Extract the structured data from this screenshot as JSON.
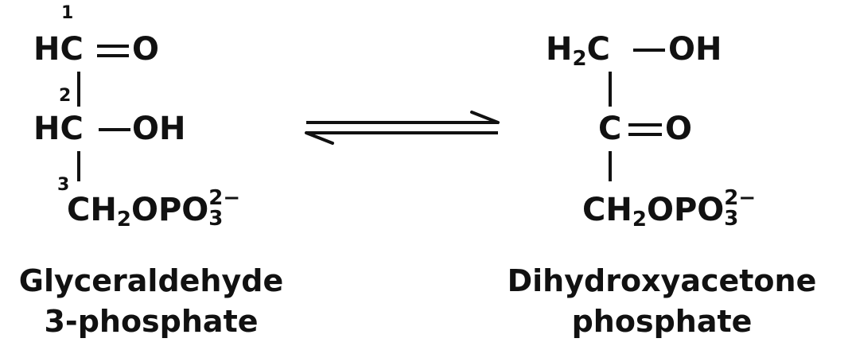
{
  "left_molecule": {
    "carbon_numbers": [
      "1",
      "2",
      "3"
    ],
    "row1": {
      "carbon": "HC",
      "group": "O"
    },
    "row2": {
      "carbon": "HC",
      "group": "OH"
    },
    "row3": {
      "ch": "CH",
      "ch_sub": "2",
      "opo": "OPO",
      "charge": "2−",
      "opo_sub": "3"
    },
    "name_line1": "Glyceraldehyde",
    "name_line2": "3-phosphate"
  },
  "right_molecule": {
    "row1": {
      "h": "H",
      "h_sub": "2",
      "c": "C",
      "group": "OH"
    },
    "row2": {
      "carbon": "C",
      "group": "O"
    },
    "row3": {
      "ch": "CH",
      "ch_sub": "2",
      "opo": "OPO",
      "charge": "2−",
      "opo_sub": "3"
    },
    "name_line1": "Dihydroxyacetone",
    "name_line2": "phosphate"
  },
  "reaction": {
    "arrow_type": "equilibrium-half-arrows"
  }
}
